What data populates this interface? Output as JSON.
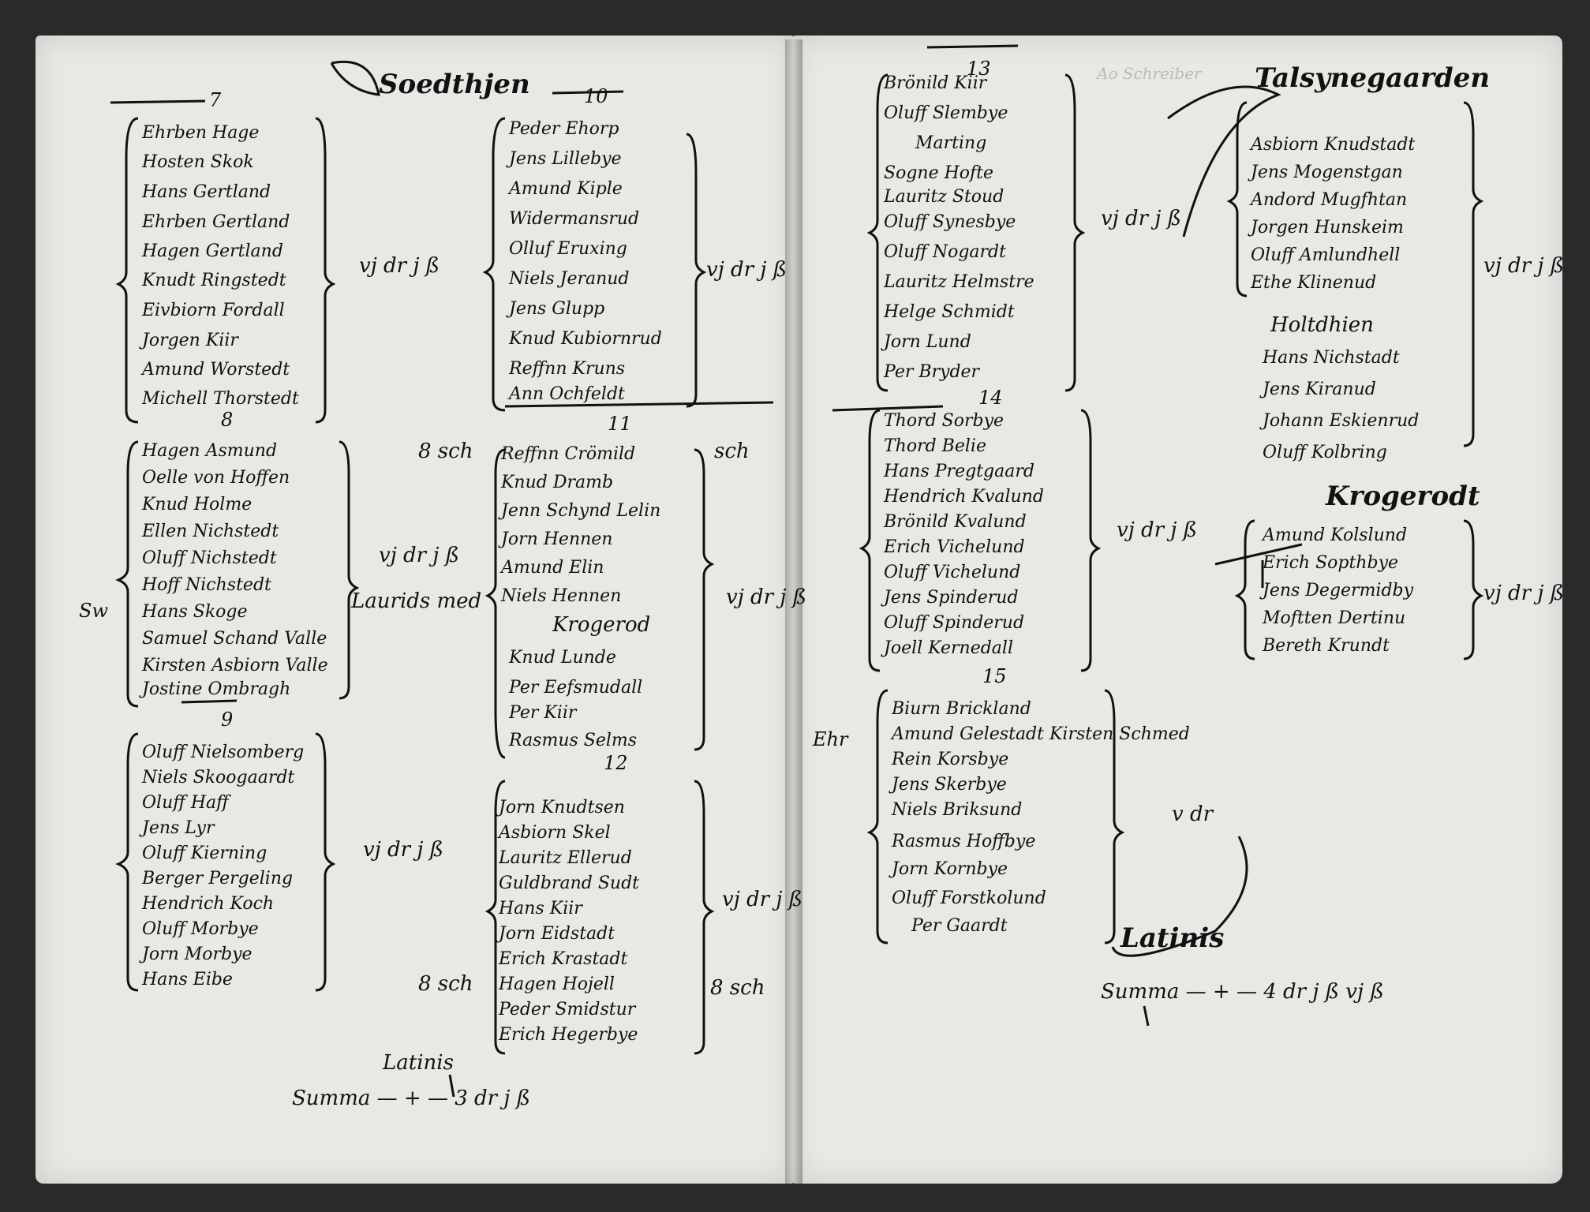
{
  "left_page": {
    "heading": "Soedthjen",
    "groups": [
      {
        "number": "7",
        "entries": [
          "Ehrben Hage",
          "Hosten Skok",
          "Hans Gertland",
          "Ehrben Gertland",
          "Hagen Gertland",
          "Knudt Ringstedt",
          "Eivbiorn Fordall",
          "Jorgen Kiir",
          "Amund Worstedt",
          "Michell Thorstedt"
        ],
        "amount": "vj dr j ß"
      },
      {
        "number": "10",
        "entries": [
          "Peder Ehorp",
          "Jens Lillebye",
          "Amund Kiple",
          "Widermansrud",
          "Olluf Eruxing",
          "Niels Jeranud",
          "Jens Glupp",
          "Knud Kubiornrud",
          "Reffnn Kruns",
          "Ann Ochfeldt"
        ],
        "amount": "vj dr j ß"
      },
      {
        "number": "8",
        "entries": [
          "Hagen Asmund",
          "Oelle von Hoffen",
          "Knud Holme",
          "Ellen Nichstedt",
          "Oluff Nichstedt",
          "Hoff Nichstedt",
          "Hans Skoge",
          "Samuel Schand Valle",
          "Kirsten Asbiorn Valle",
          "Jostine Ombragh"
        ],
        "amount": "vj dr j ß",
        "left_amount": "8 sch"
      },
      {
        "number": "11",
        "entries": [
          "Reffnn Crömild",
          "Knud Dramb",
          "Jenn Schynd Lelin",
          "Jorn Hennen",
          "Amund Elin",
          "Niels Hennen"
        ],
        "amount": "vj dr j ß",
        "right_amount": "sch"
      },
      {
        "heading": "Krogerod",
        "entries": [
          "Knud Lunde",
          "Per Eefsmudall",
          "Per Kiir",
          "Rasmus Selms"
        ]
      },
      {
        "number": "9",
        "entries": [
          "Oluff Nielsomberg",
          "Niels Skoogaardt",
          "Oluff Haff",
          "Jens Lyr",
          "Oluff Kierning",
          "Berger Pergeling",
          "Hendrich Koch",
          "Oluff Morbye",
          "Jorn Morbye",
          "Hans Eibe"
        ],
        "amount": "vj dr j ß",
        "left_amount": "8 sch"
      },
      {
        "number": "12",
        "entries": [
          "Jorn Knudtsen",
          "Asbiorn Skel",
          "Lauritz Ellerud",
          "Guldbrand Sudt",
          "Hans Kiir",
          "Jorn Eidstadt",
          "Erich Krastadt",
          "Hagen Hojell",
          "Peder Smidstur",
          "Erich Hegerbye"
        ],
        "amount": "vj dr j ß",
        "right_amount": "8 sch"
      },
      {
        "summary_label": "Latinis",
        "summary": "Summa — + — 3 dr j ß"
      }
    ],
    "margin_mark": "Sw",
    "side_note": "Laurids med"
  },
  "right_page": {
    "groups": [
      {
        "number": "13",
        "entries": [
          "Brönild Kiir",
          "Oluff Slembye",
          "Marting",
          "Sogne Hofte",
          "Lauritz Stoud",
          "Oluff Synesbye",
          "Oluff Nogardt",
          "Lauritz Helmstre",
          "Helge Schmidt",
          "Jorn Lund",
          "Per Bryder"
        ],
        "amount": "vj dr j ß"
      },
      {
        "number": "14",
        "entries": [
          "Thord Sorbye",
          "Thord Belie",
          "Hans Pregtgaard",
          "Hendrich Kvalund",
          "Brönild Kvalund",
          "Erich Vichelund",
          "Oluff Vichelund",
          "Jens Spinderud",
          "Oluff Spinderud",
          "Joell Kernedall"
        ],
        "amount": "vj dr j ß"
      },
      {
        "number": "15",
        "entries": [
          "Biurn Brickland",
          "Amund Gelestadt",
          "Rein Korsbye",
          "Jens Skerbye",
          "Niels Briksund",
          "Rasmus Hoffbye",
          "Jorn Kornbye",
          "Oluff Forstkolund",
          "Per Gaardt"
        ],
        "amount": "v dr",
        "side_note": "Kirsten Schmed",
        "margin_mark": "Ehr"
      },
      {
        "heading": "Talsynegaarden",
        "entries": [
          "Asbiorn Knudstadt",
          "Jens Mogenstgan",
          "Andord Mugfhtan",
          "Jorgen Hunskeim",
          "Oluff Amlundhell",
          "Ethe Klinenud"
        ],
        "amount": "vj dr j ß"
      },
      {
        "heading": "Holtdhien",
        "entries": [
          "Hans Nichstadt",
          "Jens Kiranud",
          "Johann Eskienrud",
          "Oluff Kolbring"
        ]
      },
      {
        "heading": "Krogerodt",
        "entries": [
          "Amund Kolslund",
          "Erich Sopthbye",
          "Jens Degermidby",
          "Moftten Dertinu",
          "Bereth Krundt"
        ],
        "amount": "vj dr j ß"
      },
      {
        "summary_label": "Latinis",
        "summary": "Summa — + — 4 dr j ß vj ß"
      }
    ],
    "top_note": "Ao Schreiber"
  },
  "colors": {
    "paper": "#eae8e4",
    "ink": "#111111",
    "background": "#2a2a2a",
    "faint_ink": "#bdbab4"
  }
}
